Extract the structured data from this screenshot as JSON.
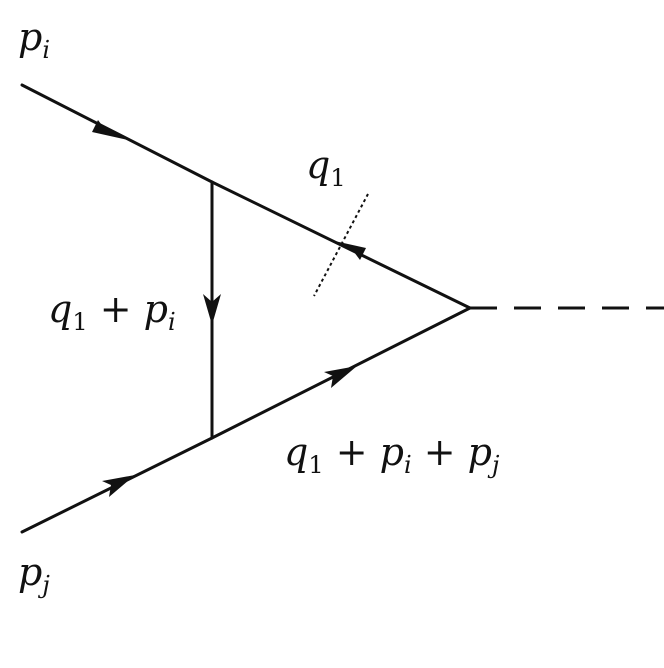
{
  "diagram": {
    "labels": {
      "p_i": {
        "base": "p",
        "sub": "i"
      },
      "p_j": {
        "base": "p",
        "sub": "j"
      },
      "q1": {
        "base": "q",
        "sub": "1"
      },
      "q1_pi": {
        "b1": "q",
        "s1": "1",
        "op1": " + ",
        "b2": "p",
        "s2": "i"
      },
      "q1_pi_pj": {
        "b1": "q",
        "s1": "1",
        "op1": " + ",
        "b2": "p",
        "s2": "i",
        "op2": " + ",
        "b3": "p",
        "s3": "j"
      }
    },
    "colors": {
      "ink": "#111111",
      "background": "#ffffff"
    }
  }
}
